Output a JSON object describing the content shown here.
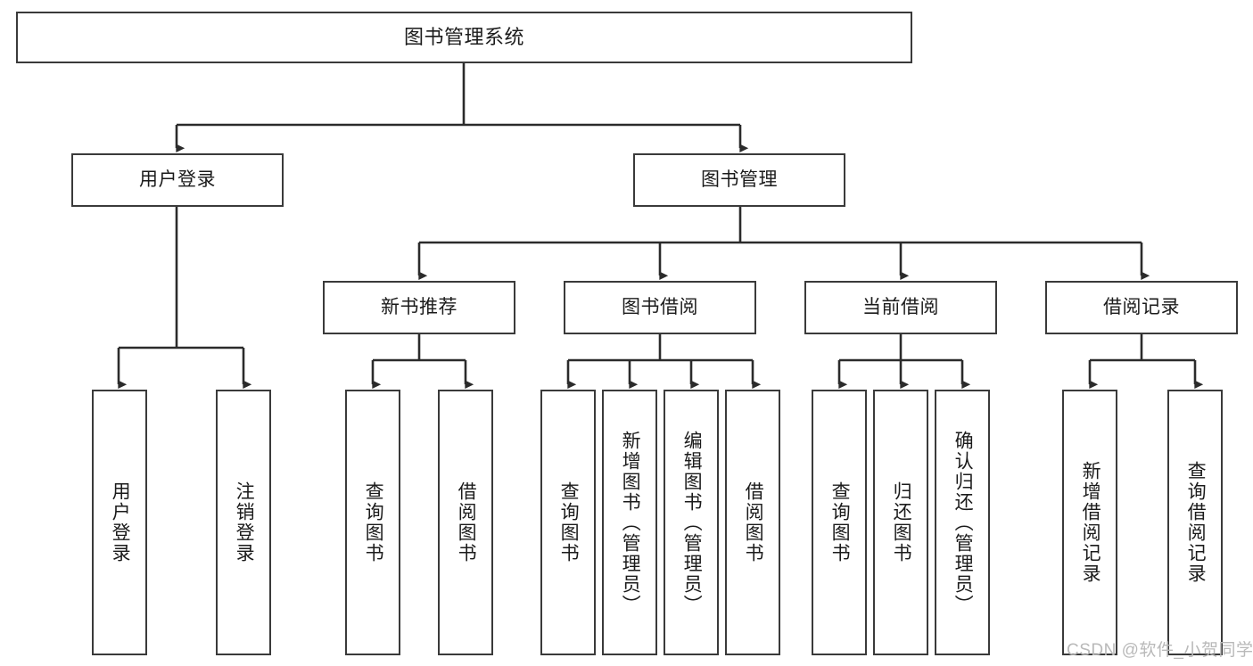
{
  "diagram": {
    "title": "图书管理系统",
    "type": "tree-hierarchy",
    "watermark": "CSDN @软件_小贺同学",
    "colors": {
      "box_border": "#3a3a3a",
      "box_fill": "#ffffff",
      "edge": "#2b2b2b",
      "text": "#1b1b1b",
      "watermark": "#b9b9b9",
      "background": "#ffffff"
    },
    "levels": {
      "root": {
        "label": "图书管理系统"
      },
      "level2": [
        {
          "id": "user-login",
          "label": "用户登录"
        },
        {
          "id": "book-management",
          "label": "图书管理"
        }
      ],
      "level3": [
        {
          "id": "new-book-recommend",
          "label": "新书推荐",
          "parent": "book-management"
        },
        {
          "id": "book-borrow",
          "label": "图书借阅",
          "parent": "book-management"
        },
        {
          "id": "current-borrow",
          "label": "当前借阅",
          "parent": "book-management"
        },
        {
          "id": "borrow-record",
          "label": "借阅记录",
          "parent": "book-management"
        }
      ],
      "leaves": {
        "user-login": [
          {
            "id": "leaf-user-login",
            "label": "用户登录"
          },
          {
            "id": "leaf-user-logout",
            "label": "注销登录"
          }
        ],
        "new-book-recommend": [
          {
            "id": "leaf-query-book-1",
            "label": "查询图书"
          },
          {
            "id": "leaf-borrow-book-1",
            "label": "借阅图书"
          }
        ],
        "book-borrow": [
          {
            "id": "leaf-query-book-2",
            "label": "查询图书"
          },
          {
            "id": "leaf-add-book",
            "label": "新增图书（管理员）"
          },
          {
            "id": "leaf-edit-book",
            "label": "编辑图书（管理员）"
          },
          {
            "id": "leaf-borrow-book-2",
            "label": "借阅图书"
          }
        ],
        "current-borrow": [
          {
            "id": "leaf-query-book-3",
            "label": "查询图书"
          },
          {
            "id": "leaf-return-book",
            "label": "归还图书"
          },
          {
            "id": "leaf-confirm-return",
            "label": "确认归还（管理员）"
          }
        ],
        "borrow-record": [
          {
            "id": "leaf-add-record",
            "label": "新增借阅记录"
          },
          {
            "id": "leaf-query-record",
            "label": "查询借阅记录"
          }
        ]
      }
    }
  }
}
